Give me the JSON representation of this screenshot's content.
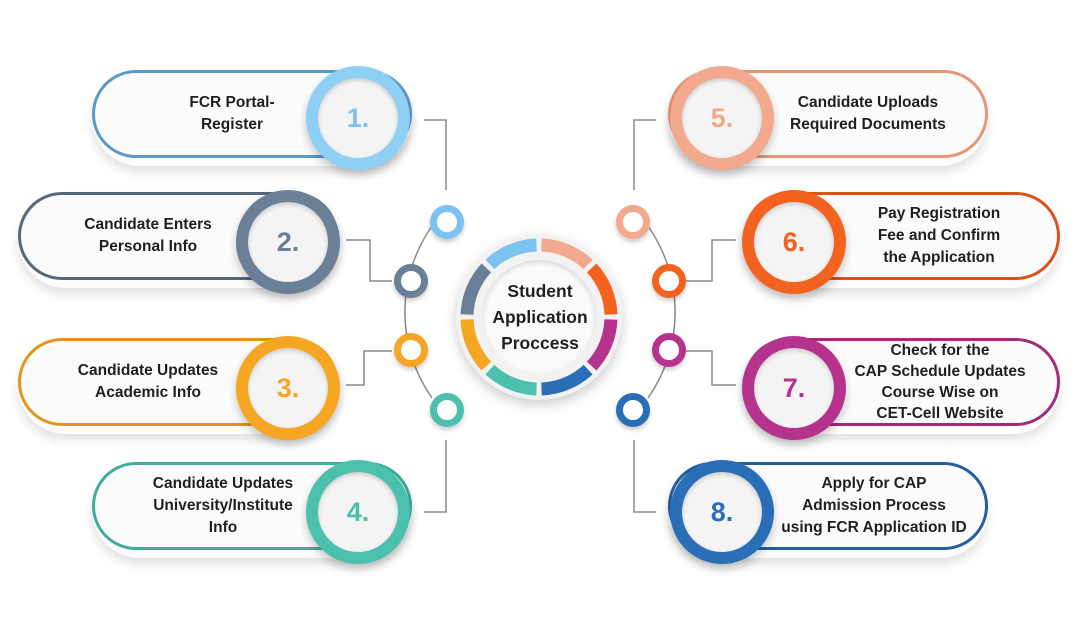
{
  "center": {
    "lines": [
      "Student",
      "Application",
      "Proccess"
    ]
  },
  "steps": [
    {
      "number": "1.",
      "lines": [
        "FCR Portal-",
        "Register"
      ],
      "color": "#7cc3ef"
    },
    {
      "number": "2.",
      "lines": [
        "Candidate Enters",
        "Personal Info"
      ],
      "color": "#6b7f97"
    },
    {
      "number": "3.",
      "lines": [
        "Candidate Updates",
        "Academic Info"
      ],
      "color": "#f5a623"
    },
    {
      "number": "4.",
      "lines": [
        "Candidate Updates",
        "University/Institute",
        "Info"
      ],
      "color": "#4bc1ad"
    },
    {
      "number": "5.",
      "lines": [
        "Candidate Uploads",
        "Required Documents"
      ],
      "color": "#f2a98d"
    },
    {
      "number": "6.",
      "lines": [
        "Pay Registration",
        "Fee and Confirm",
        "the Application"
      ],
      "color": "#f4621f"
    },
    {
      "number": "7.",
      "lines": [
        "Check for the",
        "CAP Schedule Updates",
        "Course Wise on",
        "CET-Cell Website"
      ],
      "color": "#b5338c"
    },
    {
      "number": "8.",
      "lines": [
        "Apply for CAP",
        "Admission Process",
        "using FCR Application ID"
      ],
      "color": "#2a6eb8"
    }
  ]
}
